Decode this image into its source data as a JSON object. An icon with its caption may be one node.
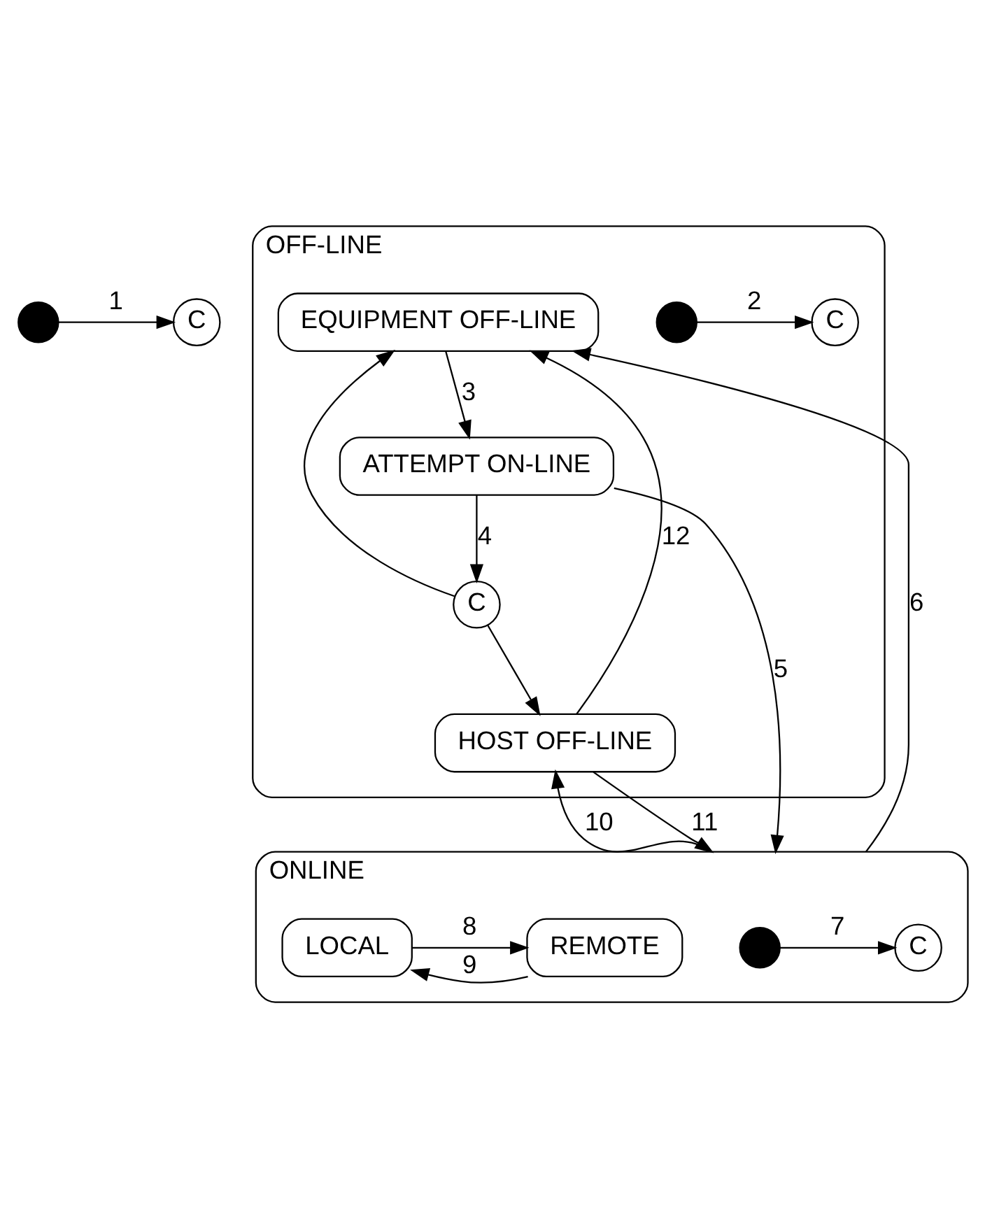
{
  "diagram": {
    "nodes": [
      {
        "text": [],
        "shape": "circle"
      },
      {
        "text": [
          "C"
        ]
      },
      {
        "text": [
          "OFF-LINE"
        ]
      },
      {
        "text": [],
        "shape": "circle",
        "in": 2
      },
      {
        "text": [
          "C"
        ],
        "in": 2
      },
      {
        "text": [
          "EQUIPMENT OFF-LINE"
        ],
        "in": 2
      },
      {
        "text": [
          "ATTEMPT ON-LINE"
        ],
        "in": 2
      },
      {
        "text": [
          "C"
        ],
        "in": 2
      },
      {
        "text": [
          "HOST OFF-LINE"
        ],
        "in": 2
      },
      {
        "text": [
          "ONLINE"
        ]
      },
      {
        "text": [],
        "shape": "circle",
        "in": 9
      },
      {
        "text": [
          "C"
        ],
        "in": 9
      },
      {
        "text": [
          "LOCAL"
        ],
        "in": 9
      },
      {
        "text": [
          "REMOTE"
        ],
        "in": 9
      }
    ],
    "edges": [
      {
        "from": 0,
        "to": 1,
        "arrow": "to",
        "label": "1"
      },
      {
        "from": 3,
        "to": 4,
        "arrow": "to",
        "label": "2"
      },
      {
        "from": 5,
        "to": 6,
        "arrow": "to",
        "label": "3"
      },
      {
        "from": 6,
        "to": 7,
        "arrow": "to",
        "label": "4"
      },
      {
        "from": 7,
        "to": 5,
        "arrow": "to"
      },
      {
        "from": 7,
        "to": 8,
        "arrow": "to"
      },
      {
        "from": 6,
        "to": 9,
        "arrow": "to",
        "label": "5"
      },
      {
        "from": 9,
        "to": 5,
        "arrow": "to",
        "label": "6"
      },
      {
        "from": 10,
        "to": 11,
        "arrow": "to",
        "label": "7"
      },
      {
        "from": 12,
        "to": 13,
        "arrow": "to",
        "label": "8"
      },
      {
        "from": 13,
        "to": 12,
        "arrow": "to",
        "label": "9"
      },
      {
        "from": 9,
        "to": 8,
        "arrow": "to",
        "label": "10"
      },
      {
        "from": 8,
        "to": 9,
        "arrow": "to",
        "label": "11"
      },
      {
        "from": 8,
        "to": 5,
        "arrow": "to",
        "label": "12"
      }
    ]
  }
}
